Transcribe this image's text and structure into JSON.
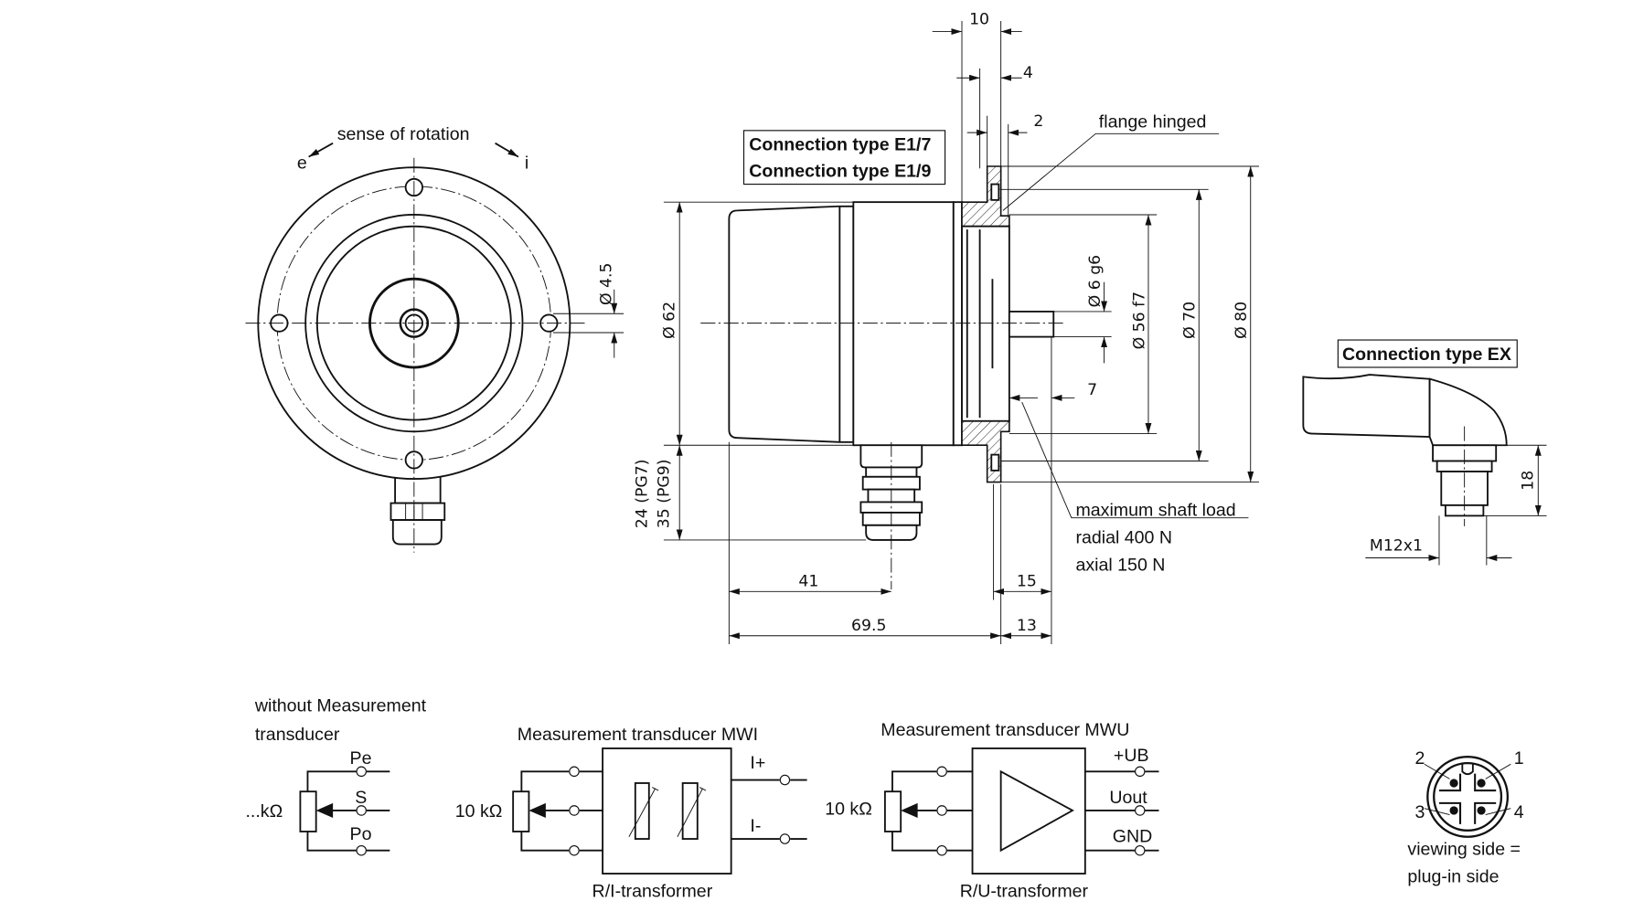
{
  "front_view": {
    "rotation_label": "sense of rotation",
    "dir_e": "e",
    "dir_i": "i",
    "hole_dia": "Ø 4.5"
  },
  "side_view": {
    "connection_e17": "Connection type E1/7",
    "connection_e19": "Connection type E1/9",
    "dim_62": "Ø 62",
    "dim_pg7": "24 (PG7)",
    "dim_pg9": "35 (PG9)",
    "dim_41": "41",
    "dim_69_5": "69.5",
    "dim_15": "15",
    "dim_13": "13",
    "dim_10": "10",
    "dim_4": "4",
    "dim_2": "2",
    "dim_7": "7",
    "flange_label": "flange hinged",
    "dim_6g6": "Ø 6 g6",
    "dim_56f7": "Ø 56 f7",
    "dim_70": "Ø 70",
    "dim_80": "Ø 80",
    "shaft_load_title": "maximum shaft load",
    "shaft_load_radial": "radial  400 N",
    "shaft_load_axial": "axial  150 N"
  },
  "connector_ex": {
    "label": "Connection type EX",
    "dim_18": "18",
    "thread": "M12x1"
  },
  "circuit_plain": {
    "title_line1": "without Measurement",
    "title_line2": "transducer",
    "resistance": "...kΩ",
    "pin_pe": "Pe",
    "pin_s": "S",
    "pin_po": "Po"
  },
  "circuit_mwi": {
    "title": "Measurement transducer MWI",
    "resistance": "10 kΩ",
    "out_plus": "I+",
    "out_minus": "I-",
    "caption": "R/I-transformer"
  },
  "circuit_mwu": {
    "title": "Measurement transducer MWU",
    "resistance": "10 kΩ",
    "out_ub": "+UB",
    "out_uout": "Uout",
    "out_gnd": "GND",
    "caption": "R/U-transformer"
  },
  "pinout": {
    "pin1": "1",
    "pin2": "2",
    "pin3": "3",
    "pin4": "4",
    "caption_line1": "viewing side =",
    "caption_line2": "plug-in side"
  }
}
